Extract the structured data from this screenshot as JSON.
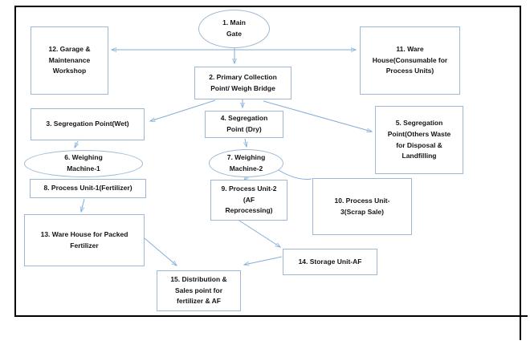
{
  "diagram": {
    "description": "Process flow diagram of facility units",
    "nodes": [
      {
        "id": "1",
        "shape": "ellipse",
        "label": "1. Main\nGate"
      },
      {
        "id": "2",
        "shape": "rect",
        "label": "2. Primary Collection\nPoint/ Weigh Bridge"
      },
      {
        "id": "3",
        "shape": "rect",
        "label": "3. Segregation Point(Wet)"
      },
      {
        "id": "4",
        "shape": "rect",
        "label": "4. Segregation\nPoint (Dry)"
      },
      {
        "id": "5",
        "shape": "rect",
        "label": "5. Segregation\nPoint(Others Waste\nfor Disposal &\nLandfilling"
      },
      {
        "id": "6",
        "shape": "ellipse",
        "label": "6. Weighing\nMachine-1"
      },
      {
        "id": "7",
        "shape": "ellipse",
        "label": "7. Weighing\nMachine-2"
      },
      {
        "id": "8",
        "shape": "rect",
        "label": "8. Process Unit-1(Fertilizer)"
      },
      {
        "id": "9",
        "shape": "rect",
        "label": "9. Process Unit-2\n(AF\nReprocessing)"
      },
      {
        "id": "10",
        "shape": "rect",
        "label": "10. Process Unit-\n3(Scrap Sale)"
      },
      {
        "id": "11",
        "shape": "rect",
        "label": "11. Ware\nHouse(Consumable for\nProcess Units)"
      },
      {
        "id": "12",
        "shape": "rect",
        "label": "12. Garage &\nMaintenance\nWorkshop"
      },
      {
        "id": "13",
        "shape": "rect",
        "label": "13. Ware House for Packed\nFertilizer"
      },
      {
        "id": "14",
        "shape": "rect",
        "label": "14. Storage Unit-AF"
      },
      {
        "id": "15",
        "shape": "rect",
        "label": "15. Distribution &\nSales point for\nfertilizer & AF"
      }
    ],
    "edges": [
      {
        "from": "1",
        "to": "12"
      },
      {
        "from": "1",
        "to": "11"
      },
      {
        "from": "1",
        "to": "2"
      },
      {
        "from": "2",
        "to": "3"
      },
      {
        "from": "2",
        "to": "4"
      },
      {
        "from": "2",
        "to": "5"
      },
      {
        "from": "3",
        "to": "6"
      },
      {
        "from": "4",
        "to": "7"
      },
      {
        "from": "7",
        "to": "9"
      },
      {
        "from": "7",
        "to": "10"
      },
      {
        "from": "8",
        "to": "13"
      },
      {
        "from": "9",
        "to": "14"
      },
      {
        "from": "13",
        "to": "15"
      },
      {
        "from": "14",
        "to": "15"
      }
    ],
    "colors": {
      "node_border": "#9cb8d4",
      "arrow": "#85aed6",
      "outer_border": "#000000",
      "text": "#141414"
    }
  }
}
